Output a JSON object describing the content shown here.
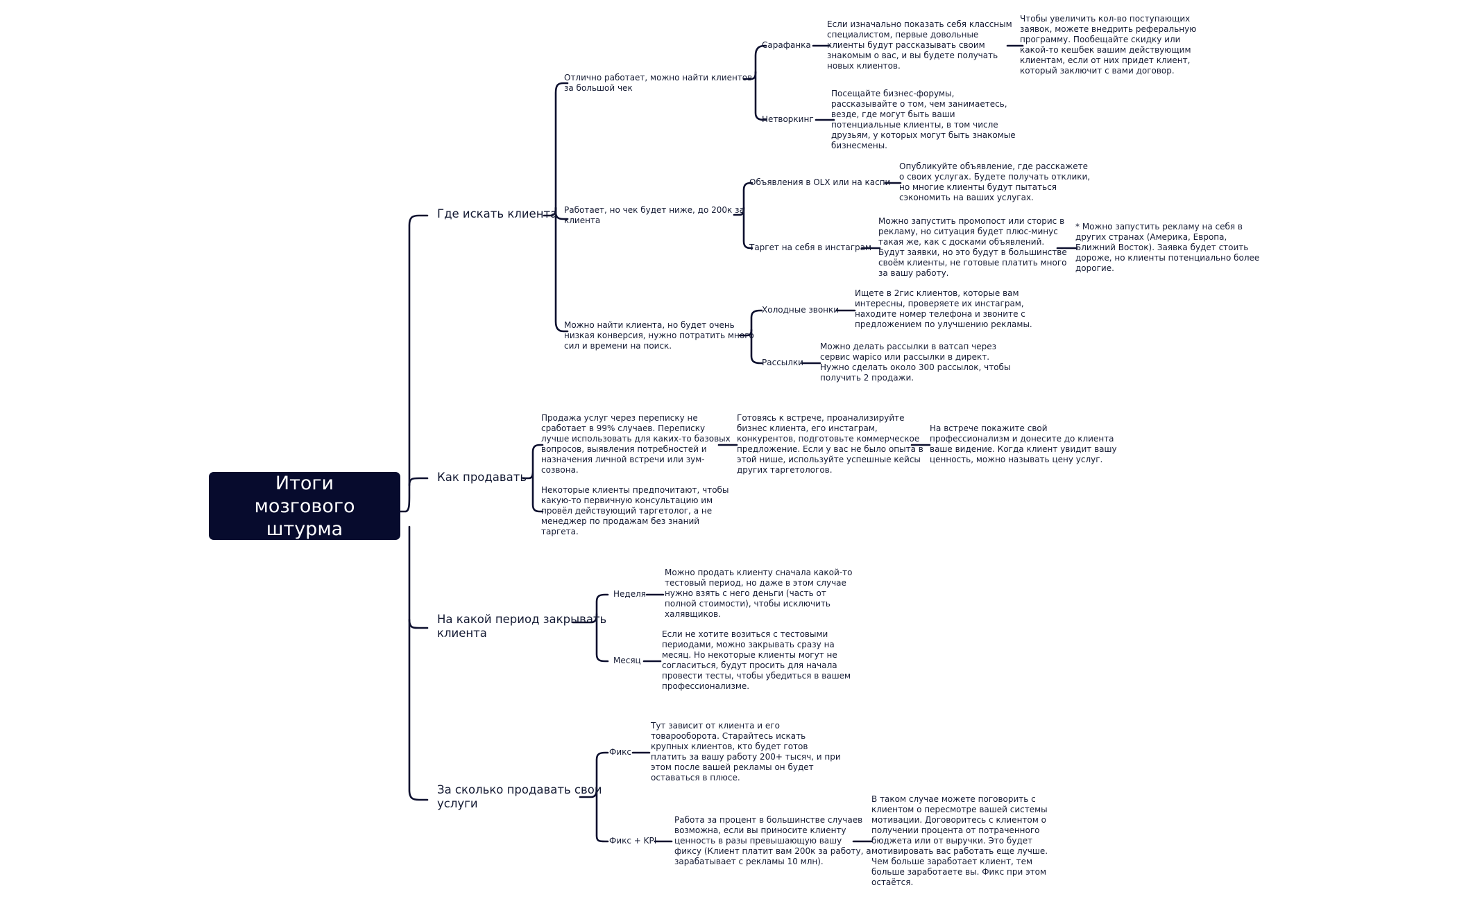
{
  "root": {
    "title": "Итоги мозгового\nштурма"
  },
  "branches": {
    "find": {
      "label": "Где искать клиента",
      "high": {
        "note": "Отлично работает, можно найти клиентов\nза большой чек",
        "word_of_mouth": {
          "label": "Сарафанка",
          "note": "Если изначально показать себя классным\nспециалистом, первые довольные\nклиенты будут рассказывать своим\nзнакомым о вас, и вы будете получать\nновых клиентов.",
          "tip": "Чтобы увеличить кол-во поступающих\nзаявок, можете внедрить реферальную\nпрограмму. Пообещайте скидку или\nкакой-то кешбек вашим действующим\nклиентам, если от них придет клиент,\nкоторый заключит с вами договор."
        },
        "networking": {
          "label": "Нетворкинг",
          "note": "Посещайте бизнес-форумы,\nрассказывайте о том, чем занимаетесь,\nвезде, где могут быть ваши\nпотенциальные клиенты, в том числе\nдрузьям, у которых могут быть знакомые\nбизнесмены."
        }
      },
      "mid": {
        "note": "Работает, но чек будет ниже, до 200к за\nклиента",
        "ads": {
          "label": "Объявления в OLX или на каспи",
          "note": "Опубликуйте объявление, где расскажете\nо своих услугах. Будете получать отклики,\nно многие клиенты будут пытаться\nсэкономить на ваших услугах."
        },
        "target": {
          "label": "Таргет на себя в инстаграм",
          "note": "Можно запустить промопост или сторис в\nрекламу, но ситуация будет плюс-минус\nтакая же, как с досками объявлений.\nБудут заявки, но это будут в большинстве\nсвоём клиенты, не готовые платить много\nза вашу работу.",
          "tip": "* Можно запустить рекламу на себя в\nдругих странах (Америка, Европа,\nБлижний Восток). Заявка будет стоить\nдороже, но клиенты потенциально более\nдорогие."
        }
      },
      "low": {
        "note": "Можно найти клиента, но будет очень\nнизкая конверсия, нужно потратить много\nсил и времени на поиск.",
        "cold": {
          "label": "Холодные звонки",
          "note": "Ищете в 2гис клиентов, которые вам\nинтересны, проверяете их инстаграм,\nнаходите номер телефона и звоните с\nпредложением по улучшению рекламы."
        },
        "mailing": {
          "label": "Рассылки",
          "note": "Можно делать рассылки в ватсап через\nсервис wapico или рассылки в директ.\nНужно сделать около 300 рассылок, чтобы\nполучить 2 продажи."
        }
      }
    },
    "sell": {
      "label": "Как продавать",
      "note1": "Продажа услуг через переписку не\nсработает в 99% случаев. Переписку\nлучше использовать для каких-то базовых\nвопросов, выявления потребностей и\nназначения личной встречи или зум-\nсозвона.",
      "note2": "Готовясь к встрече, проанализируйте\nбизнес клиента, его инстаграм,\nконкурентов, подготовьте коммерческое\nпредложение. Если у вас не было опыта в\nэтой нише, используйте успешные кейсы\nдругих таргетологов.",
      "note3": "На встрече покажите свой\nпрофессионализм и донесите до клиента\nваше видение. Когда клиент увидит вашу\nценность, можно называть цену услуг.",
      "note4": "Некоторые клиенты предпочитают, чтобы\nкакую-то первичную консультацию им\nпровёл действующий таргетолог, а не\nменеджер по продажам без знаний\nтаргета."
    },
    "period": {
      "label": "На какой период закрывать\nклиента",
      "week": {
        "label": "Неделя",
        "note": "Можно продать клиенту сначала какой-то\nтестовый период, но даже в этом случае\nнужно взять с него деньги (часть от\nполной стоимости), чтобы исключить\nхалявщиков."
      },
      "month": {
        "label": "Месяц",
        "note": "Если не хотите возиться с тестовыми\nпериодами, можно закрывать сразу на\nмесяц. Но некоторые клиенты могут не\nсогласиться, будут просить для начала\nпровести тесты, чтобы убедиться в вашем\nпрофессионализме."
      }
    },
    "price": {
      "label": "За сколько продавать свои\nуслуги",
      "fix": {
        "label": "Фикс",
        "note": "Тут зависит от клиента и его\nтоварооборота. Старайтесь искать\nкрупных клиентов, кто будет готов\nплатить за вашу работу 200+ тысяч, и при\nэтом после вашей рекламы он будет\nоставаться в плюсе."
      },
      "fix_kpi": {
        "label": "Фикс + KPI",
        "note": "Работа за процент в большинстве случаев\nвозможна, если вы приносите клиенту\nценность в разы превышающую вашу\nфиксу (Клиент платит вам 200к за работу, а\nзарабатывает с рекламы 10 млн).",
        "tip": "В таком случае можете поговорить с\nклиентом о пересмотре вашей системы\nмотивации. Договоритесь с клиентом о\nполучении процента от потраченного\nбюджета или от выручки. Это будет\nмотивировать вас работать еще лучше.\nЧем больше заработает клиент, тем\nбольше заработаете вы. Фикс при этом\nостаётся."
      }
    }
  }
}
